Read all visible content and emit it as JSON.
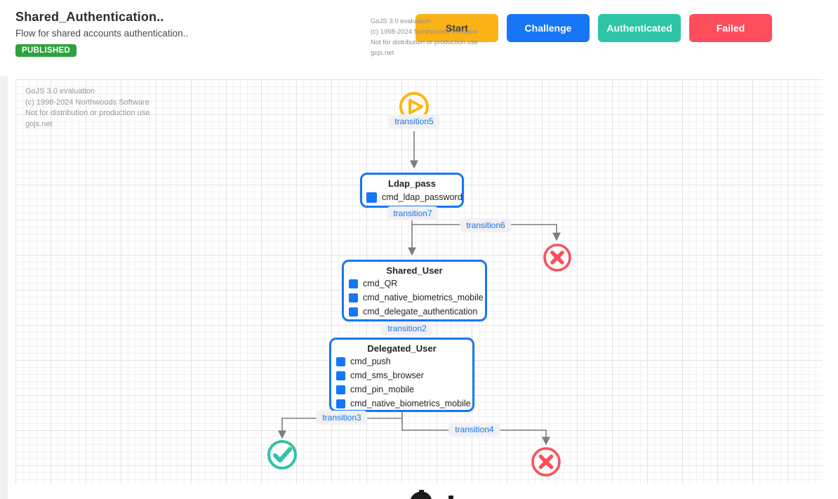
{
  "header": {
    "title": "Shared_Authentication..",
    "subtitle": "Flow for shared accounts authentication..",
    "badge": "PUBLISHED",
    "buttons": [
      {
        "label": "Start",
        "color": "#fbb217"
      },
      {
        "label": "Challenge",
        "color": "#1776f6"
      },
      {
        "label": "Authenticated",
        "color": "#2ec4a7"
      },
      {
        "label": "Failed",
        "color": "#fb4d5c"
      }
    ]
  },
  "watermark": {
    "line1": "GoJS 3.0 evaluation",
    "line2": "(c) 1998-2024 Northwoods Software",
    "line3": "Not for distribution or production use",
    "line4": "gojs.net"
  },
  "diagram": {
    "nodes": [
      {
        "name": "Ldap_pass",
        "commands": [
          "cmd_ldap_password"
        ]
      },
      {
        "name": "Shared_User",
        "commands": [
          "cmd_QR",
          "cmd_native_biometrics_mobile",
          "cmd_delegate_authentication"
        ]
      },
      {
        "name": "Delegated_User",
        "commands": [
          "cmd_push",
          "cmd_sms_browser",
          "cmd_pin_mobile",
          "cmd_native_biometrics_mobile"
        ]
      }
    ],
    "transitions": {
      "t2": "transition2",
      "t3": "transition3",
      "t4": "transition4",
      "t5": "transition5",
      "t6": "transition6",
      "t7": "transition7"
    },
    "colors": {
      "accent_blue": "#1776f6",
      "start_yellow": "#fdb515",
      "success_teal": "#2ec4a7",
      "fail_red": "#f8525c",
      "link_gray": "#7d7d7d",
      "badge_green": "#2ea03f"
    }
  }
}
